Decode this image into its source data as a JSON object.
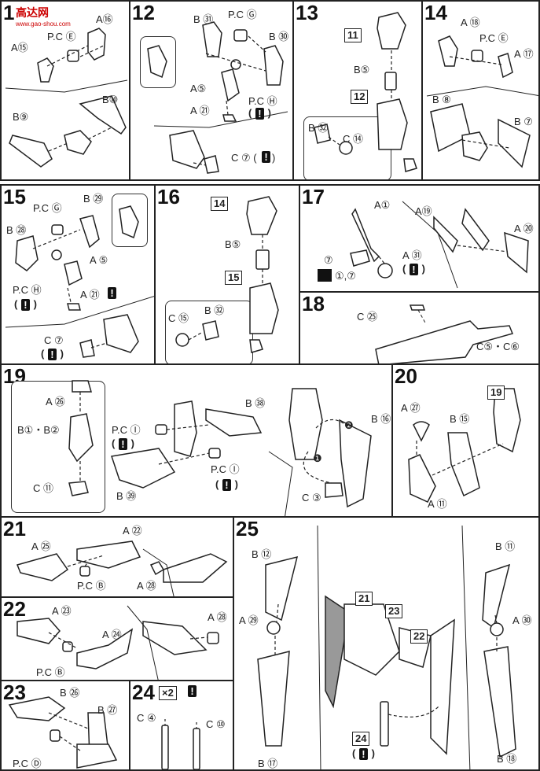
{
  "watermark": {
    "title": "高达网",
    "url": "www.gao-shou.com"
  },
  "steps": {
    "s11": {
      "num": "1",
      "labels": [
        "A⑯",
        "A⑮",
        "P.C Ⓔ",
        "B⑩",
        "B⑨"
      ]
    },
    "s12": {
      "num": "12",
      "labels": [
        "B ㉛",
        "P.C Ⓖ",
        "B ㉚",
        "A⑤",
        "A ㉑",
        "P.C Ⓗ",
        "C ⑦ (",
        " )"
      ]
    },
    "s13": {
      "num": "13",
      "labels": [
        "B⑤",
        "B ㉜",
        "C ⑭"
      ],
      "boxes": [
        "11",
        "12"
      ]
    },
    "s14": {
      "num": "14",
      "labels": [
        "A ⑱",
        "P.C Ⓔ",
        "A ⑰",
        "B ⑧",
        "B ⑦"
      ]
    },
    "s15": {
      "num": "15",
      "labels": [
        "P.C Ⓖ",
        "B ㉙",
        "B ㉘",
        "A ⑤",
        "P.C Ⓗ",
        "A ㉑",
        "C ⑦"
      ]
    },
    "s16": {
      "num": "16",
      "labels": [
        "B⑤",
        "B ㉜",
        "C ⑮"
      ],
      "boxes": [
        "14",
        "15"
      ]
    },
    "s17": {
      "num": "17",
      "labels": [
        "A①",
        "A⑲",
        "A ⑳",
        "A ㉛",
        "⑦",
        "①,⑦"
      ]
    },
    "s18": {
      "num": "18",
      "labels": [
        "C ㉕",
        "C⑤・C⑥"
      ]
    },
    "s19": {
      "num": "19",
      "labels": [
        "A ㉖",
        "B①・B②",
        "C ⑪",
        "P.C Ⓘ",
        "B ㊴",
        "B ㊳",
        "P.C Ⓘ",
        "B ⑯",
        "C ③",
        "❶",
        "❷"
      ]
    },
    "s20": {
      "num": "20",
      "labels": [
        "A ㉗",
        "B ⑮",
        "A ⑪"
      ],
      "boxes": [
        "19"
      ]
    },
    "s21": {
      "num": "21",
      "labels": [
        "A ㉕",
        "A ㉒",
        "P.C Ⓑ",
        "A ㉘"
      ]
    },
    "s22": {
      "num": "22",
      "labels": [
        "A ㉓",
        "A ㉔",
        "A ㉘",
        "P.C Ⓑ"
      ]
    },
    "s23": {
      "num": "23",
      "labels": [
        "B ㉖",
        "B ㉗",
        "P.C Ⓓ"
      ]
    },
    "s24": {
      "num": "24",
      "labels": [
        "C ④",
        "C ⑩"
      ],
      "mult": "×2"
    },
    "s25": {
      "num": "25",
      "labels": [
        "B ⑫",
        "A ㉙",
        "B ⑰",
        "B ⑪",
        "A ㉚",
        "B ⑱"
      ],
      "boxes": [
        "21",
        "23",
        "22",
        "24"
      ]
    }
  },
  "icons": {
    "caution": "exclamation-caution-icon",
    "cement": "cement-tube-icon",
    "nipper": "nipper-icon"
  }
}
